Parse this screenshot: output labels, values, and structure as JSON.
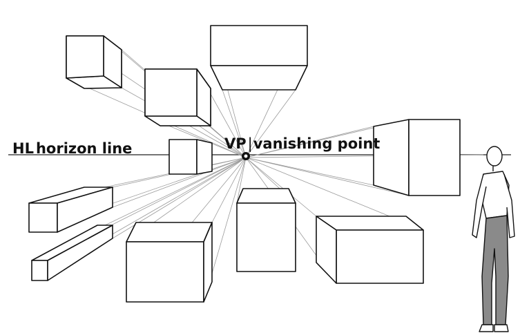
{
  "labels": {
    "horizon_abbr": "HL",
    "horizon_text": "horizon line",
    "vp_abbr": "VP",
    "vp_text": "vanishing point"
  },
  "colors": {
    "line": "#111111",
    "construction_line": "#9a9a9a",
    "figure_pants": "#888888",
    "background": "#ffffff"
  }
}
